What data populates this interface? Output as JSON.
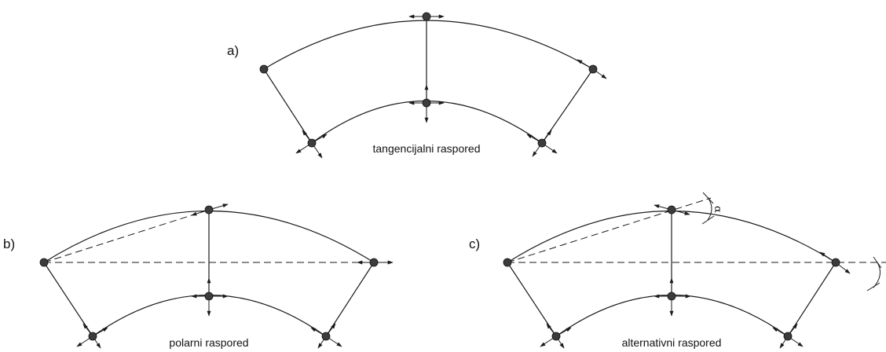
{
  "panels": {
    "a": {
      "label": "a)",
      "caption": "tangencijalni raspored"
    },
    "b": {
      "label": "b)",
      "caption": "polarni raspored"
    },
    "c": {
      "label": "c)",
      "caption": "alternativni raspored"
    }
  },
  "angle_symbol": "α",
  "colors": {
    "line": "#1a1a1a",
    "node": "#3c3c3c"
  }
}
